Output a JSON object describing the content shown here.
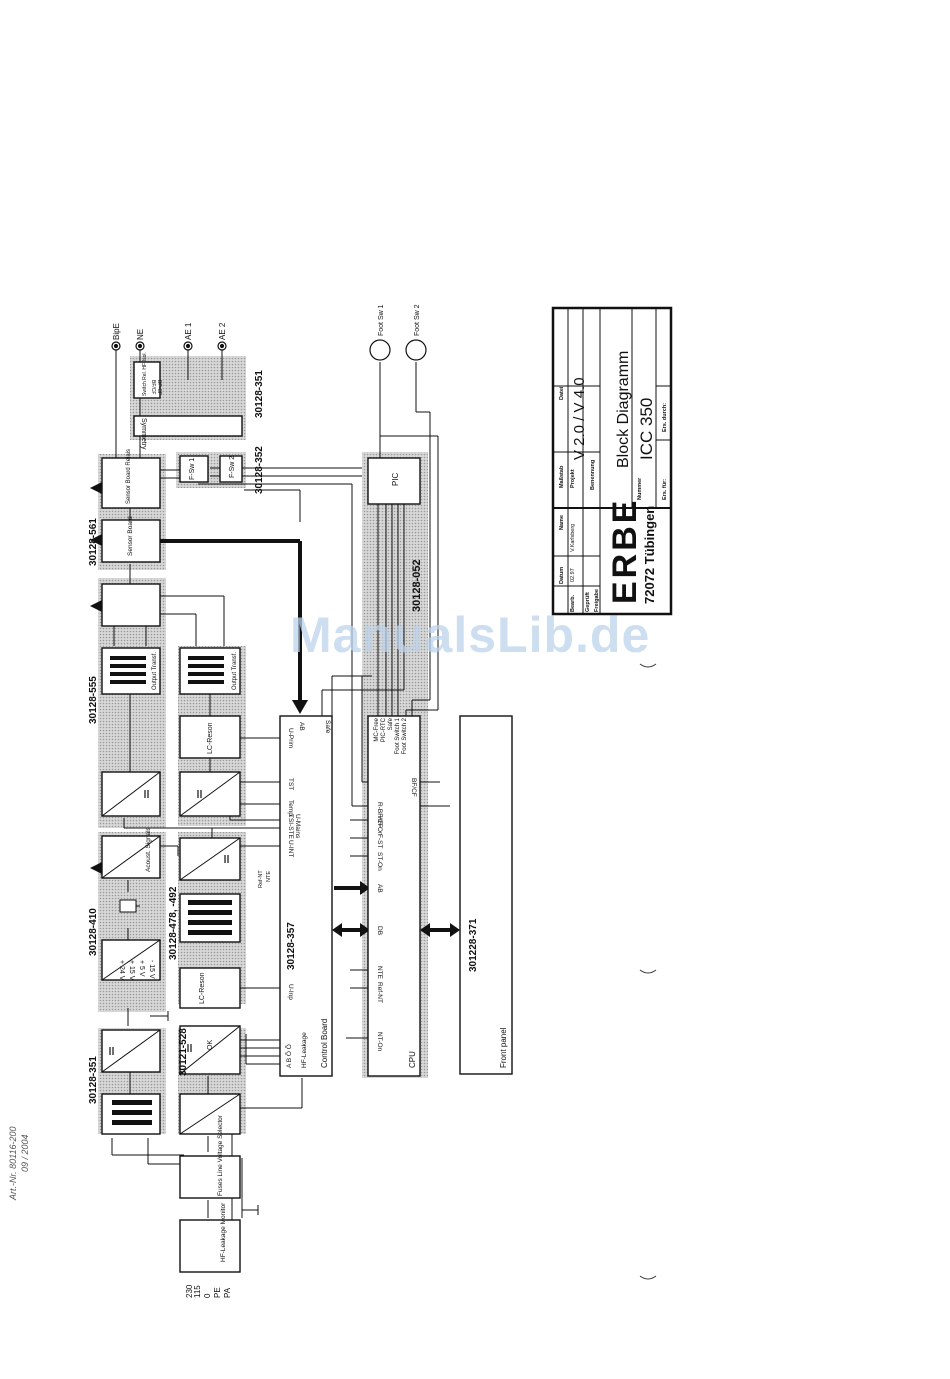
{
  "art_number": "Art.-Nr. 80116-200",
  "art_date": "09 / 2004",
  "watermark": "ManualsLib.de",
  "inputs": [
    "230",
    "115",
    "0",
    "PE",
    "PA"
  ],
  "outputs": [
    "BipE",
    "NE",
    "AE 1",
    "AE 2"
  ],
  "foot_switches": [
    "Foot Sw 1",
    "Foot Sw 2"
  ],
  "board_numbers": {
    "b351a": "30128-351",
    "b410": "30128-410",
    "b478": "30128-478, -492",
    "b555": "30128-555",
    "b561": "30128-561",
    "b351b": "30128-351",
    "b352": "30128-352",
    "b528": "30121-528",
    "b357": "30128-357",
    "b052": "30128-052",
    "b371": "301228-371"
  },
  "blocks": {
    "monitor": "HF-Leakage Monitor",
    "fuses": "Fuses Line Voltage Selector",
    "acoustic": "Acoust. Signals",
    "sensor_board": "Sensor Board",
    "sensor_relays": "Sensor Board Relais",
    "output_transf_1": "Output Transf.",
    "output_transf_2": "Output Transf.",
    "lc_reson_1": "LC-Reson",
    "lc_reson_2": "LC-Reson",
    "symmetry": "Symmetry",
    "switch_rel": "Switch Rel. HF-Isol.",
    "fsw1": "F-Sw 1",
    "fsw2": "F-Sw 2",
    "pic": "PIC",
    "control_board": "Control Board",
    "cpu": "CPU",
    "front_panel": "Front panel",
    "ok": "OK"
  },
  "voltages": [
    "+ 24 V",
    "+ 15 V",
    "+ 5 V",
    "- 15 V"
  ],
  "bipcf": [
    "BF/CF",
    "BP-CF"
  ],
  "control_signals": [
    "U-Prim",
    "AB",
    "Safe",
    "TST",
    "Temp.",
    "TSI-STE",
    "U-Mains",
    "U-INT",
    "U-Inp",
    "HF-Leakage",
    "A B Õ Õ",
    "Ref-NT",
    "NTE"
  ],
  "cpu_signals": [
    "MC-Free",
    "PIC-RTC",
    "Safe",
    "Foot Switch 1",
    "Foot Switch 2",
    "BF/CF",
    "R-BF/CF",
    "HF-On",
    "F-ST",
    "ST-On",
    "AB",
    "DB",
    "NTE",
    "Ref-NT",
    "NT-On"
  ],
  "title_block": {
    "headers": [
      "Datum",
      "Name",
      "Maßstab",
      "Datei"
    ],
    "rows": [
      {
        "label": "Bearb.",
        "date": "02.97",
        "name": "V.Karlsberg"
      },
      {
        "label": "Geprüft",
        "date": "",
        "name": ""
      },
      {
        "label": "Freigabe",
        "date": "",
        "name": ""
      }
    ],
    "projekt_label": "Projekt",
    "version": "V 2.0 / V 4.0",
    "benennung_label": "Benennung",
    "title": "Block Diagramm",
    "company": "ERBE",
    "city": "72072 Tübingen",
    "nummer_label": "Nummer",
    "product": "ICC 350",
    "ers_label": "Ers. für:",
    "ers_durch_label": "Ers. durch:"
  }
}
